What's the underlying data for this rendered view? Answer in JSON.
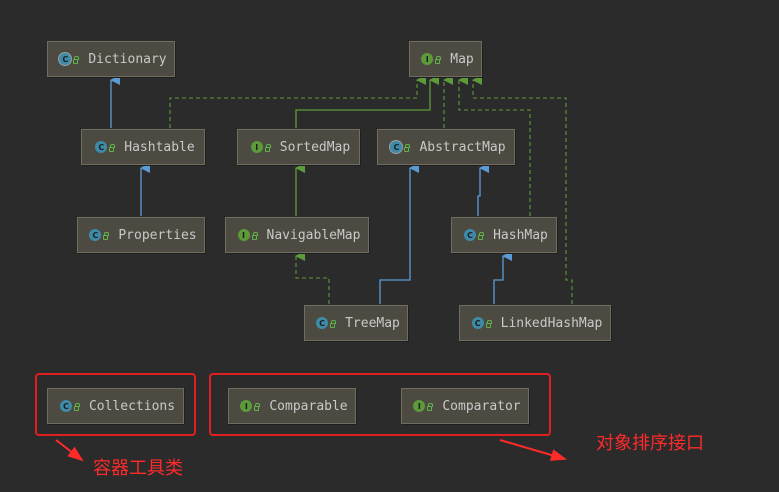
{
  "nodes": {
    "dictionary": {
      "label": "Dictionary",
      "icon": "abstract-class-icon"
    },
    "map": {
      "label": "Map",
      "icon": "interface-icon"
    },
    "hashtable": {
      "label": "Hashtable",
      "icon": "class-icon"
    },
    "sortedmap": {
      "label": "SortedMap",
      "icon": "interface-icon"
    },
    "abstractmap": {
      "label": "AbstractMap",
      "icon": "abstract-class-icon"
    },
    "properties": {
      "label": "Properties",
      "icon": "class-icon"
    },
    "navigablemap": {
      "label": "NavigableMap",
      "icon": "interface-icon"
    },
    "hashmap": {
      "label": "HashMap",
      "icon": "class-icon"
    },
    "treemap": {
      "label": "TreeMap",
      "icon": "class-icon"
    },
    "linkedhashmap": {
      "label": "LinkedHashMap",
      "icon": "class-icon"
    },
    "collections": {
      "label": "Collections",
      "icon": "class-icon"
    },
    "comparable": {
      "label": "Comparable",
      "icon": "interface-icon"
    },
    "comparator": {
      "label": "Comparator",
      "icon": "interface-icon"
    }
  },
  "icon_letters": {
    "class": "C",
    "interface": "I"
  },
  "annotations": {
    "utility_class": "容器工具类",
    "sorting_interfaces": "对象排序接口"
  },
  "colors": {
    "background": "#2b2b2b",
    "extends_line": "#5b9bd5",
    "implements_line": "#5c9a3a",
    "highlight": "#e02020"
  }
}
